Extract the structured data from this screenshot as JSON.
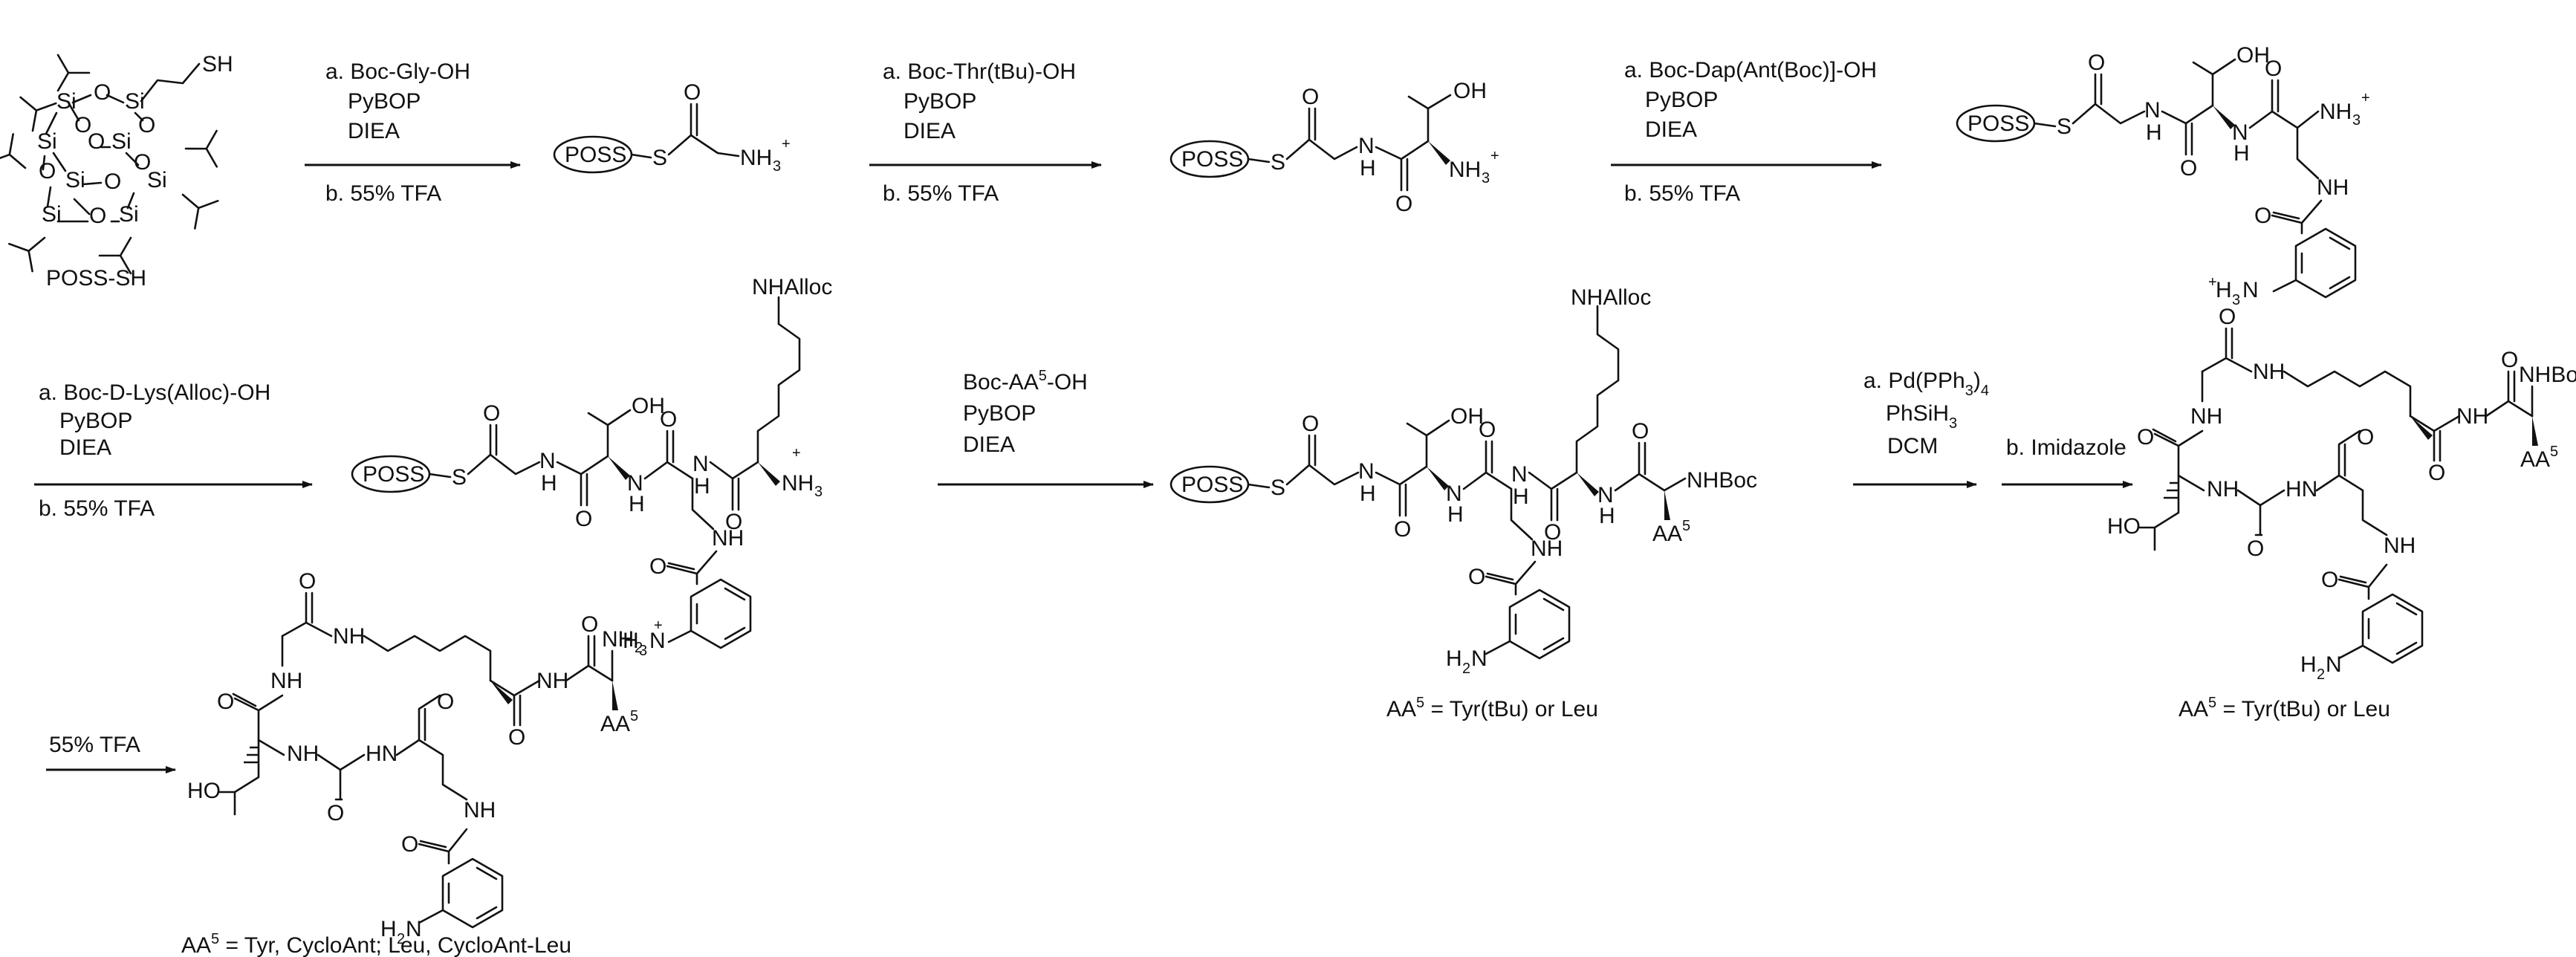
{
  "scheme": {
    "starting_material_label": "POSS-SH",
    "poss_label": "POSS",
    "atoms": {
      "si": "Si",
      "o": "O",
      "s": "S",
      "sh": "SH",
      "n": "N",
      "h": "H",
      "oh": "OH",
      "ho": "HO",
      "nh": "NH",
      "hn": "HN",
      "nh2": "NH",
      "h2n": "H",
      "nh3": "NH",
      "nhboc": "NHBoc",
      "nhalloc": "NHAlloc",
      "aa": "AA",
      "plus": "+",
      "sub2": "2",
      "sub3": "3",
      "sup5": "5"
    },
    "steps": [
      {
        "line1": "a. Boc-Gly-OH",
        "line2": "PyBOP",
        "line3": "DIEA",
        "line4": "b. 55% TFA"
      },
      {
        "line1": "a. Boc-Thr(tBu)-OH",
        "line2": "PyBOP",
        "line3": "DIEA",
        "line4": "b. 55% TFA"
      },
      {
        "line1": "a. Boc-Dap(Ant(Boc)]-OH",
        "line2": "PyBOP",
        "line3": "DIEA",
        "line4": "b. 55% TFA"
      },
      {
        "line1": "a. Boc-D-Lys(Alloc)-OH",
        "line2": "PyBOP",
        "line3": "DIEA",
        "line4": "b. 55% TFA"
      },
      {
        "line1": "Boc-AA",
        "line1_sup": "5",
        "line1_tail": "-OH",
        "line2": "PyBOP",
        "line3": "DIEA"
      },
      {
        "line1": "a. Pd(PPh",
        "line1_sub": "3",
        "line1_tail": ")",
        "line1_sub2": "4",
        "line2": "PhSiH",
        "line2_sub": "3",
        "line3": "DCM",
        "step_b": "b. Imidazole"
      },
      {
        "line1": "55% TFA"
      }
    ],
    "footnotes": {
      "linear": {
        "pre": "AA",
        "sup": "5",
        "post": " = Tyr(tBu) or Leu"
      },
      "cyclic": {
        "pre": "AA",
        "sup": "5",
        "post": " = Tyr(tBu) or Leu"
      },
      "final": {
        "pre": "AA",
        "sup": "5",
        "post": " = Tyr, CycloAnt; Leu, CycloAnt-Leu"
      }
    }
  }
}
